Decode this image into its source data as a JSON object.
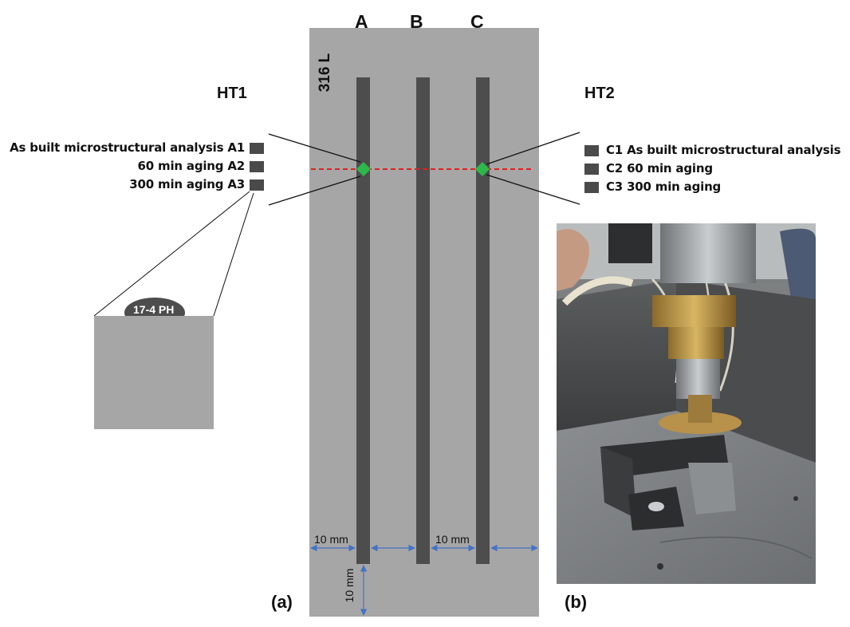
{
  "substrate": {
    "label": "316 L",
    "color": "#a6a6a6"
  },
  "tracks": [
    {
      "id": "A",
      "label": "A"
    },
    {
      "id": "B",
      "label": "B"
    },
    {
      "id": "C",
      "label": "C"
    }
  ],
  "track_color": "#4d4d4d",
  "cut_line_color": "#e02020",
  "marker_color": "#2db84a",
  "dimension_color": "#4472c4",
  "heat_treatments": {
    "ht1": {
      "label": "HT1",
      "items": [
        {
          "text": "As built microstructural analysis  A1"
        },
        {
          "text": "60 min aging A2"
        },
        {
          "text": "300 min aging A3"
        }
      ]
    },
    "ht2": {
      "label": "HT2",
      "items": [
        {
          "text": "C1 As built microstructural analysis"
        },
        {
          "text": "C2 60 min aging"
        },
        {
          "text": "C3 300 min aging"
        }
      ]
    }
  },
  "inset": {
    "label": "17-4 PH"
  },
  "dimensions": {
    "left_gap": "10 mm",
    "middle_gap": "10 mm",
    "bottom_gap": "10 mm"
  },
  "panels": {
    "a": "(a)",
    "b": "(b)"
  },
  "photo": {
    "description_icon": "laser-deposition-head-photo"
  }
}
